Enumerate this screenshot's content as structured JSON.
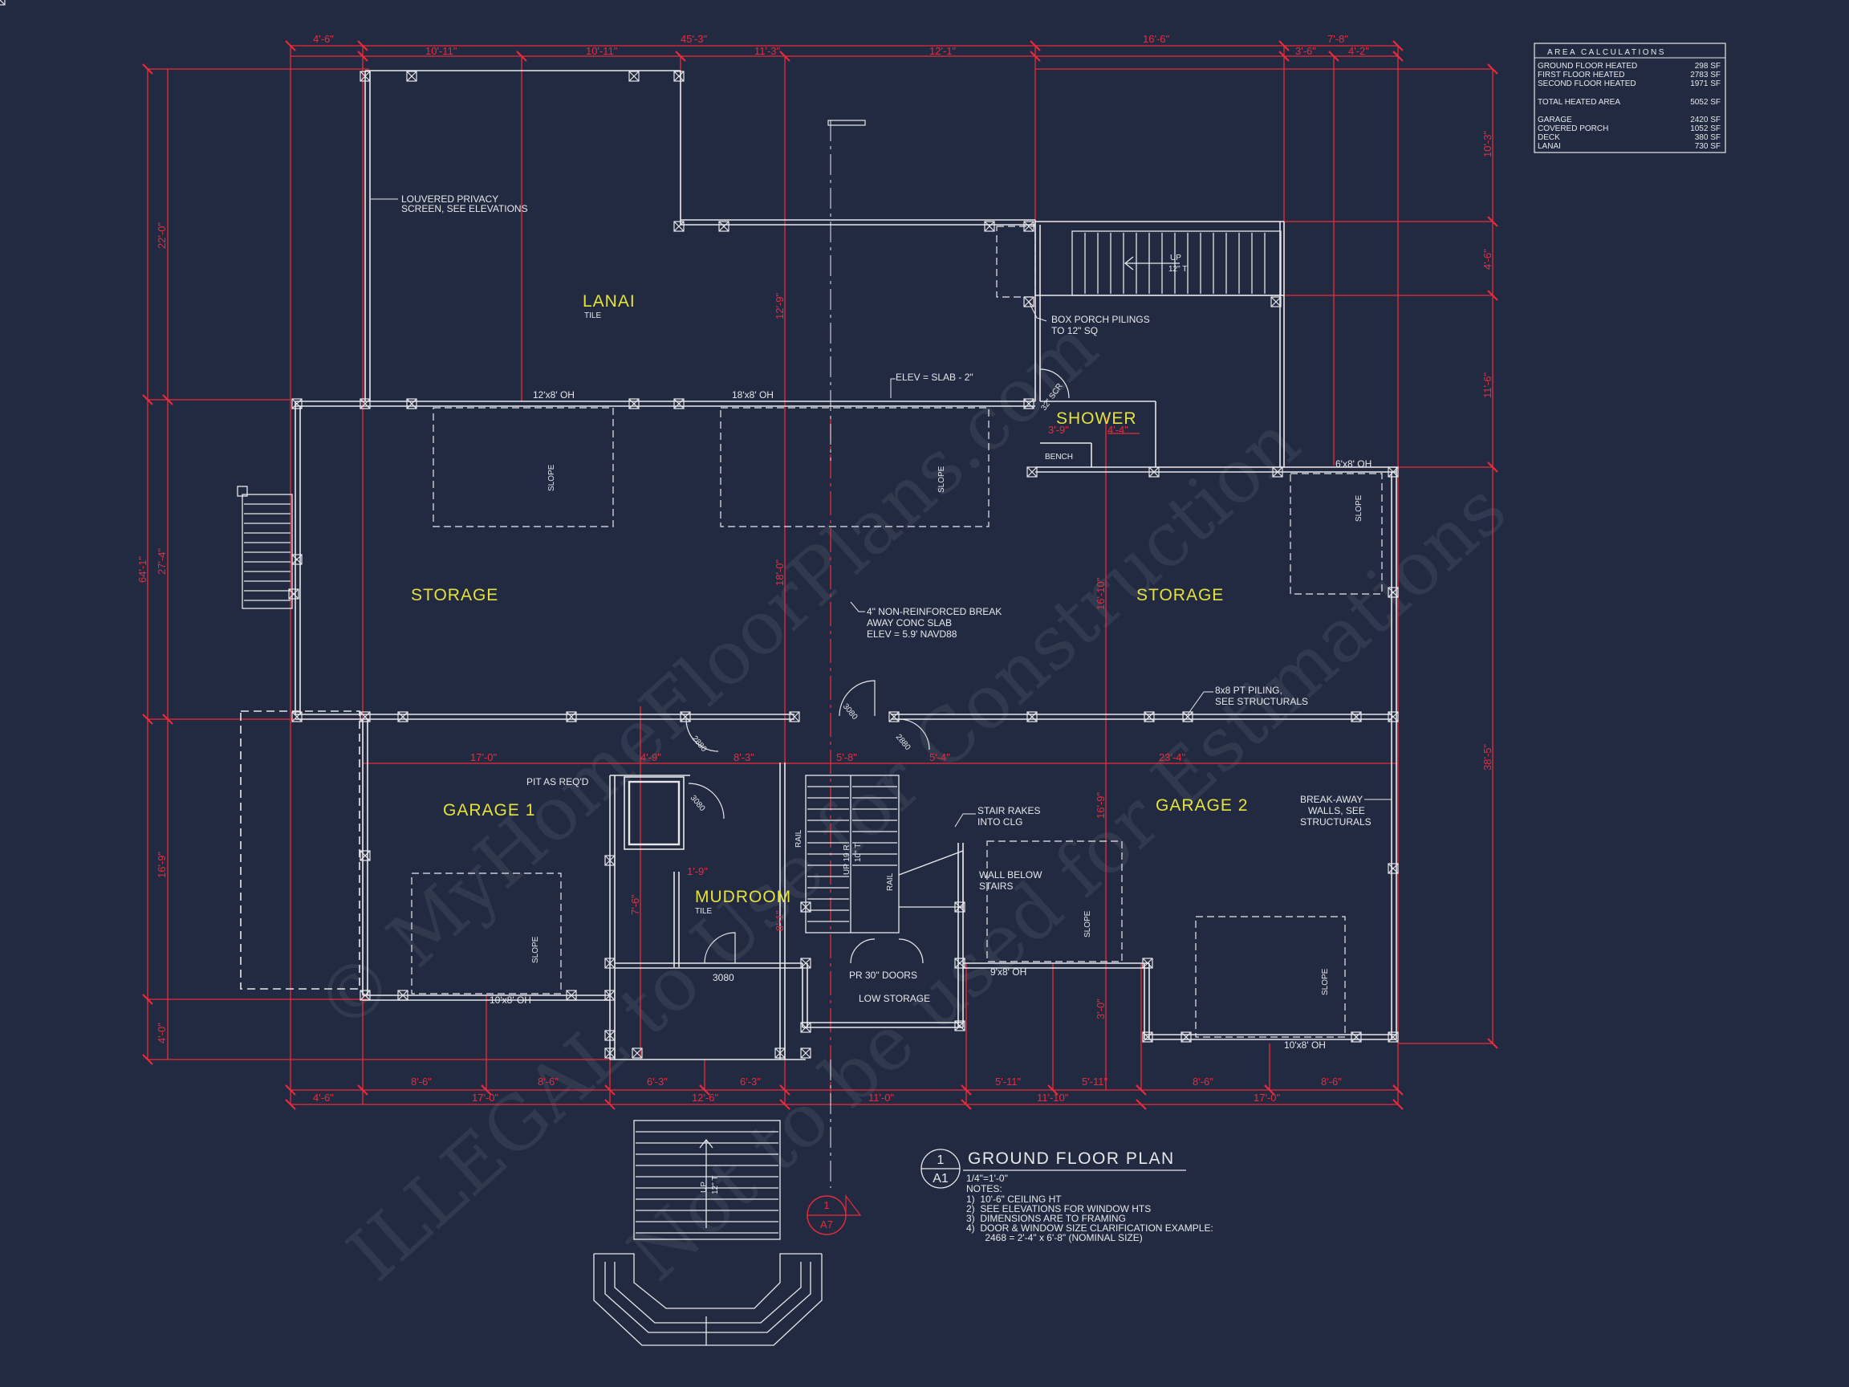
{
  "area_calculations": {
    "title": "AREA CALCULATIONS",
    "rows": [
      {
        "label": "GROUND FLOOR HEATED",
        "value": "298 SF"
      },
      {
        "label": "FIRST FLOOR HEATED",
        "value": "2783 SF"
      },
      {
        "label": "SECOND FLOOR HEATED",
        "value": "1971 SF"
      },
      {
        "label": "TOTAL HEATED AREA",
        "value": "5052 SF"
      },
      {
        "label": "GARAGE",
        "value": "2420 SF"
      },
      {
        "label": "COVERED PORCH",
        "value": "1052 SF"
      },
      {
        "label": "DECK",
        "value": "380 SF"
      },
      {
        "label": "LANAI",
        "value": "730 SF"
      }
    ]
  },
  "rooms": {
    "lanai": "LANAI",
    "lanai_finish": "TILE",
    "storage_left": "STORAGE",
    "storage_right": "STORAGE",
    "shower": "SHOWER",
    "bench": "BENCH",
    "garage1": "GARAGE 1",
    "garage2": "GARAGE 2",
    "mudroom": "MUDROOM",
    "mudroom_finish": "TILE",
    "low_storage": "LOW STORAGE"
  },
  "notes": {
    "louvered_1": "LOUVERED PRIVACY",
    "louvered_2": "SCREEN, SEE ELEVATIONS",
    "box_porch_1": "BOX PORCH PILINGS",
    "box_porch_2": "TO 12\" SQ",
    "elev_slab": "ELEV = SLAB - 2\"",
    "slab_1": "4\" NON-REINFORCED BREAK",
    "slab_2": "AWAY CONC SLAB",
    "slab_3": "ELEV = 5.9' NAVD88",
    "piling_1": "8x8 PT PILING,",
    "piling_2": "SEE STRUCTURALS",
    "breakaway_1": "BREAK-AWAY",
    "breakaway_2": "WALLS, SEE",
    "breakaway_3": "STRUCTURALS",
    "pit": "PIT AS REQ'D",
    "stair_rakes_1": "STAIR RAKES",
    "stair_rakes_2": "INTO CLG",
    "wall_below_1": "WALL BELOW",
    "wall_below_2": "STAIRS",
    "pr_doors": "PR 30\" DOORS",
    "oh_12x8": "12'x8' OH",
    "oh_18x8": "18'x8' OH",
    "oh_6x8": "6'x8' OH",
    "oh_10x8_left": "10'x8' OH",
    "oh_9x8": "9'x8' OH",
    "oh_10x8_right": "10'x8' OH",
    "door_3080_a": "3080",
    "door_3080_b": "3080",
    "door_3080_c": "3080",
    "door_2880_a": "2880",
    "door_2880_b": "2880",
    "slope": "SLOPE",
    "scr": "32\" SCR",
    "up_12": "UP",
    "up_12_val": "12\" T",
    "up_19r": "UP 19 R",
    "up_10t": "10\" T",
    "rail": "RAIL",
    "up_front": "UP",
    "up_front_val": "12\" T"
  },
  "dimensions": {
    "top_row1": [
      "4'-6\"",
      "45'-3\"",
      "16'-6\"",
      "7'-8\""
    ],
    "top_row2": [
      "10'-11\"",
      "10'-11\"",
      "11'-3\"",
      "12'-1\"",
      "3'-6\"",
      "4'-2\""
    ],
    "bottom_row1": [
      "8'-6\"",
      "8'-6\"",
      "6'-3\"",
      "6'-3\"",
      "5'-11\"",
      "5'-11\"",
      "8'-6\"",
      "8'-6\""
    ],
    "bottom_row2": [
      "4'-6\"",
      "17'-0\"",
      "12'-6\"",
      "11'-0\"",
      "11'-10\"",
      "17'-0\""
    ],
    "left": [
      "22'-0\"",
      "64'-1\"",
      "27'-4\"",
      "16'-9\"",
      "4'-0\""
    ],
    "right": [
      "10'-3\"",
      "4'-6\"",
      "11'-6\"",
      "38'-5\""
    ],
    "interior": [
      "12'-9\"",
      "18'-0\"",
      "16'-10\"",
      "17'-0\"",
      "4'-9\"",
      "8'-3\"",
      "5'-8\"",
      "5'-4\"",
      "23'-4\"",
      "16'-9\"",
      "1'-9\"",
      "7'-6\"",
      "8'-1\"",
      "3'-0\"",
      "3'-9\"",
      "4'-4\""
    ]
  },
  "title_block": {
    "detail_number": "1",
    "sheet": "A1",
    "title": "GROUND FLOOR PLAN",
    "scale": "1/4\"=1'-0\"",
    "notes_label": "NOTES:",
    "notes": [
      "1)  10'-6\" CEILING HT",
      "2)  SEE ELEVATIONS FOR WINDOW HTS",
      "3)  DIMENSIONS ARE TO FRAMING",
      "4)  DOOR & WINDOW SIZE CLARIFICATION EXAMPLE:",
      "       2468 = 2'-4\" x 6'-8\" (NOMINAL SIZE)"
    ]
  },
  "section_marker": {
    "number": "1",
    "sheet": "A7"
  },
  "watermark": {
    "line1": "© MyHomeFloorPlans.com",
    "line2": "ILLEGAL to Use for Construction",
    "line3": "Not to be used for Estimations"
  },
  "colors": {
    "background": "#222a42",
    "dimension_red": "#ec2a3a",
    "wall_white": "#e8e8ea",
    "room_label_yellow": "#e6e23c"
  }
}
